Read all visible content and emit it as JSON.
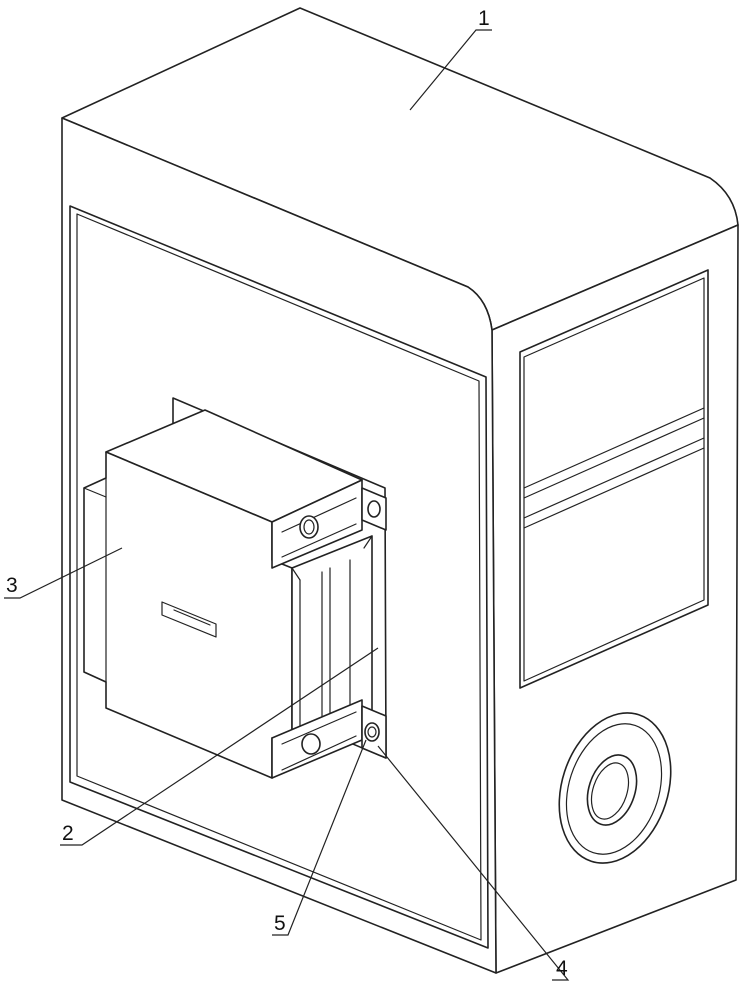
{
  "labels": {
    "case": "1",
    "mount": "2",
    "device": "3",
    "clip": "4",
    "screw": "5"
  }
}
